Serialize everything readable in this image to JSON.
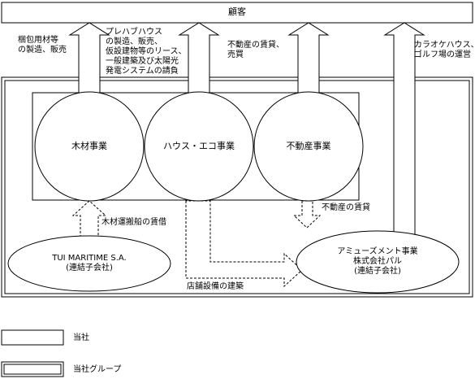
{
  "customer": "顧客",
  "flows": {
    "wood_products": "梱包用材等\nの製造、販売",
    "house_eco": "プレハブハウス\nの製造、販売、\n仮設建物等のリース、\n一般建築及び太陽光\n発電システムの請負",
    "real_estate": "不動産の賃貸、\n売買",
    "amusement": "カラオケハウス、\nゴルフ場の運営"
  },
  "segments": {
    "wood": "木材事業",
    "house_eco": "ハウス・エコ事業",
    "real_estate": "不動産事業"
  },
  "relations": {
    "ship_charter": "木材運搬船の賃借",
    "property_lease": "不動産の賃貸",
    "store_construction": "店舗設備の建築"
  },
  "subsidiaries": {
    "tui": "TUI MARITIME S.A.\n(連結子会社)",
    "pal": "アミューズメント事業\n株式会社パル\n(連結子会社)"
  },
  "legend": {
    "company": "当社",
    "group": "当社グループ"
  }
}
